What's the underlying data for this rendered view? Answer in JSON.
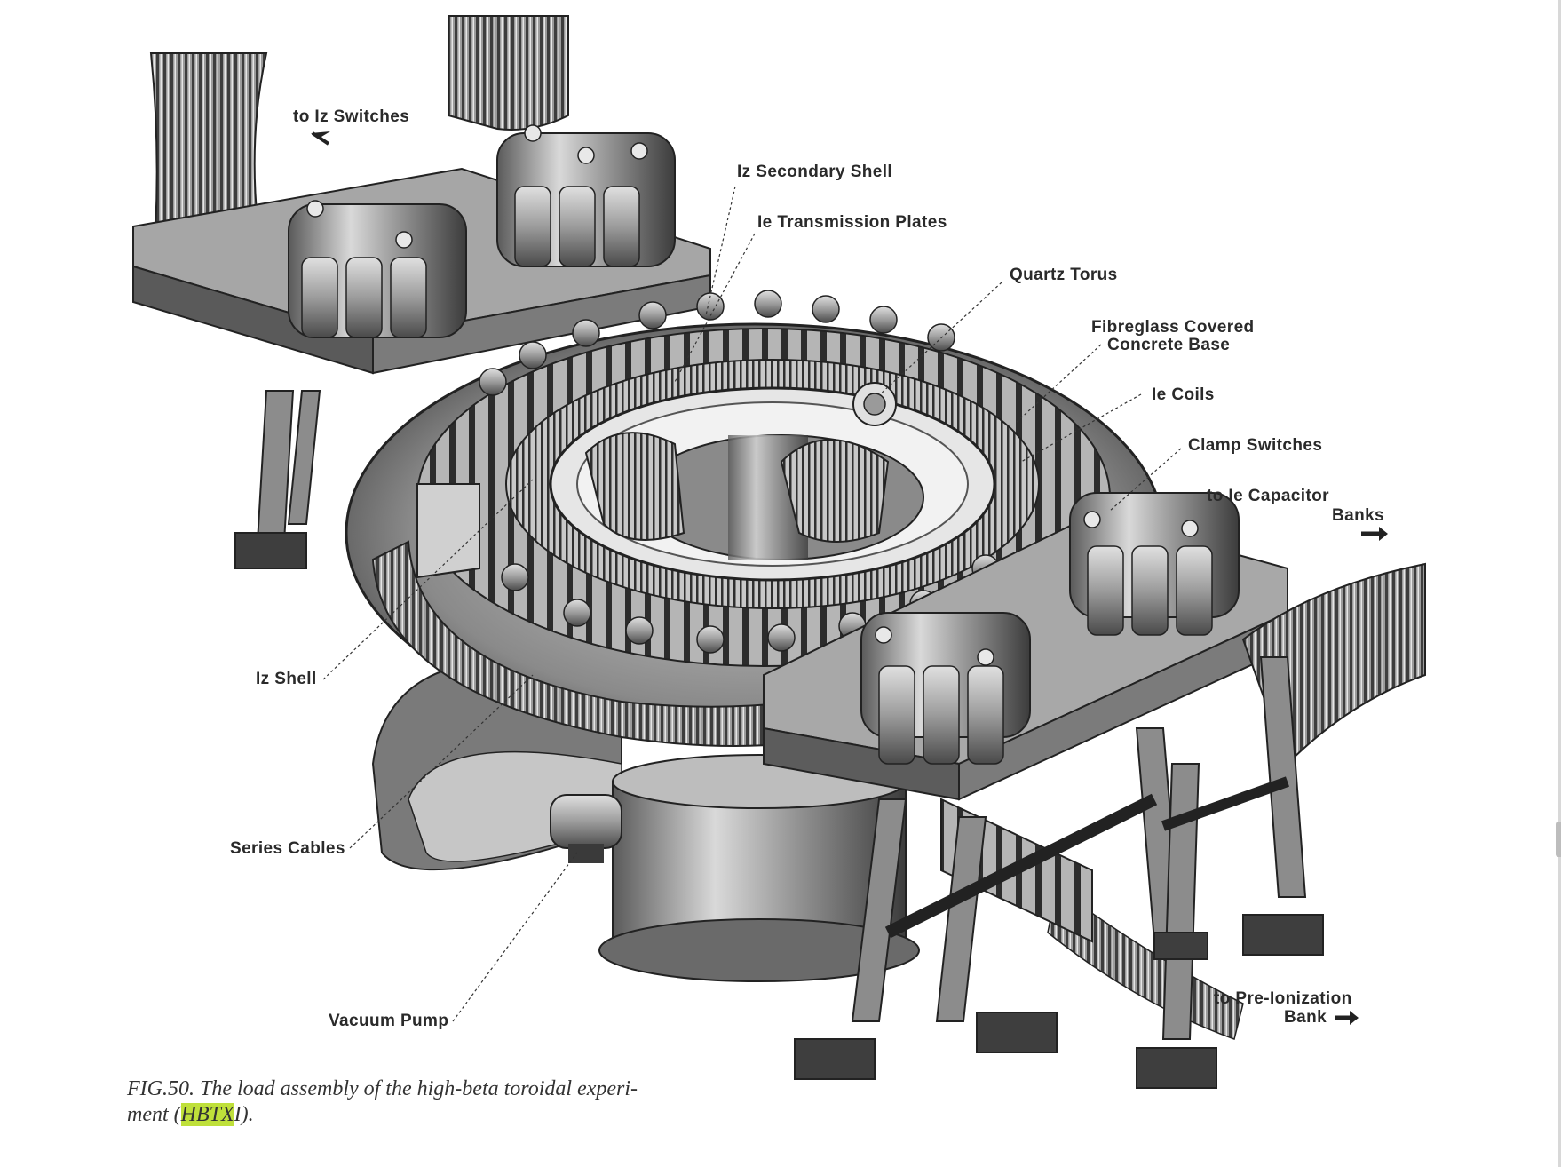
{
  "labels": {
    "to_iz_switches": "to Iz Switches",
    "iz_secondary_shell": "Iz Secondary Shell",
    "ie_transmission_plates": "Ie Transmission Plates",
    "quartz_torus": "Quartz Torus",
    "fibreglass_line1": "Fibreglass Covered",
    "fibreglass_line2": "Concrete Base",
    "ie_coils": "Ie Coils",
    "clamp_switches": "Clamp Switches",
    "ie_capacitor_line1": "to Ie Capacitor",
    "ie_capacitor_line2": "Banks",
    "iz_shell": "Iz Shell",
    "series_cables": "Series Cables",
    "vacuum_pump": "Vacuum Pump",
    "preionization_line1": "to Pre-Ionization",
    "preionization_line2": "Bank"
  },
  "caption": {
    "line1": "FIG.50.   The load assembly of the high-beta toroidal experi-",
    "line2_prefix": "ment (",
    "line2_highlight": "HBTX",
    "line2_suffix": "I)."
  },
  "colors": {
    "highlight": "#bfe03a",
    "ink": "#2a2a2a",
    "metal_dark": "#3a3a3a",
    "metal_light": "#cfcfcf"
  }
}
